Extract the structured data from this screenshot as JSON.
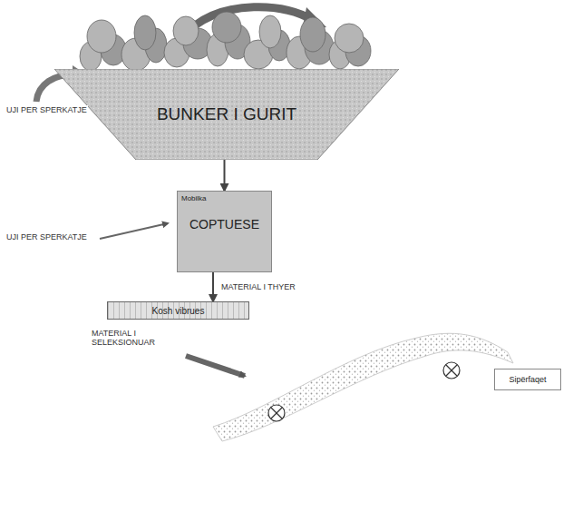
{
  "diagram": {
    "nodes": [
      {
        "text": [
          "BUNKER I GURIT"
        ]
      },
      {
        "text": [
          "Mobilka",
          "COPTUESE"
        ]
      },
      {
        "text": [
          "Kosh vibrues"
        ]
      },
      {
        "text": [
          "Sipërfaqet"
        ]
      }
    ],
    "edges": [
      {
        "from": 0,
        "to": 1,
        "arrow": "to"
      },
      {
        "from": 1,
        "to": 2,
        "arrow": "to",
        "label": "MATERIAL I THYER"
      }
    ],
    "labels": [
      "UJI PER SPERKATJE",
      "UJI PER SPERKATJE",
      "MATERIAL I SELEKSIONUAR"
    ]
  }
}
